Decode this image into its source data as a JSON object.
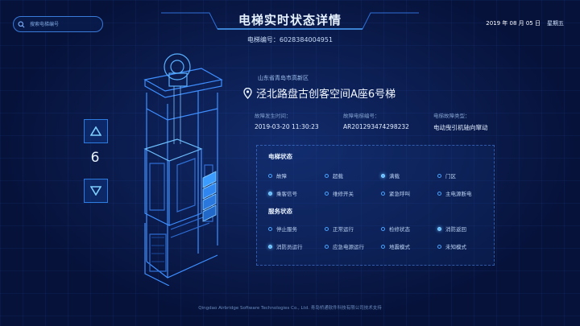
{
  "header": {
    "title": "电梯实时状态详情",
    "elevator_no": "电梯编号：6028384004951",
    "date": "2019 年 08 月 05 日",
    "weekday": "星期五"
  },
  "search": {
    "placeholder": "搜索电梯编号"
  },
  "floor": {
    "number": "6"
  },
  "location": {
    "city": "山东省青岛市高新区",
    "name": "泾北路盘古创客空间A座6号梯"
  },
  "fields": [
    {
      "label": "故障发生时间：",
      "value": "2019-03-20 11:30:23"
    },
    {
      "label": "故障电梯编号：",
      "value": "AR201293474298232"
    },
    {
      "label": "电梯故障类型：",
      "value": "电动曳引机轴向窜动"
    }
  ],
  "status_panel": {
    "elevator_title": "电梯状态",
    "elevator_items": [
      {
        "label": "故障",
        "active": false
      },
      {
        "label": "超载",
        "active": false
      },
      {
        "label": "满载",
        "active": true
      },
      {
        "label": "门区",
        "active": false
      },
      {
        "label": "乘客信号",
        "active": true
      },
      {
        "label": "维修开关",
        "active": false
      },
      {
        "label": "紧急呼叫",
        "active": false
      },
      {
        "label": "主电源断电",
        "active": false
      }
    ],
    "service_title": "服务状态",
    "service_items": [
      {
        "label": "停止服务",
        "active": false
      },
      {
        "label": "正常运行",
        "active": false
      },
      {
        "label": "检修状态",
        "active": false
      },
      {
        "label": "消防返回",
        "active": true
      },
      {
        "label": "消防员运行",
        "active": true
      },
      {
        "label": "应急电源运行",
        "active": false
      },
      {
        "label": "地震模式",
        "active": false
      },
      {
        "label": "未知模式",
        "active": false
      }
    ]
  },
  "footer": {
    "text": "Qingdao Airbridge Software Technologies Co., Ltd. 青岛桥通软件科技有限公司技术支持"
  },
  "colors": {
    "accent": "#4aa3ff",
    "background": "#06123a",
    "text": "#cfe6ff"
  }
}
